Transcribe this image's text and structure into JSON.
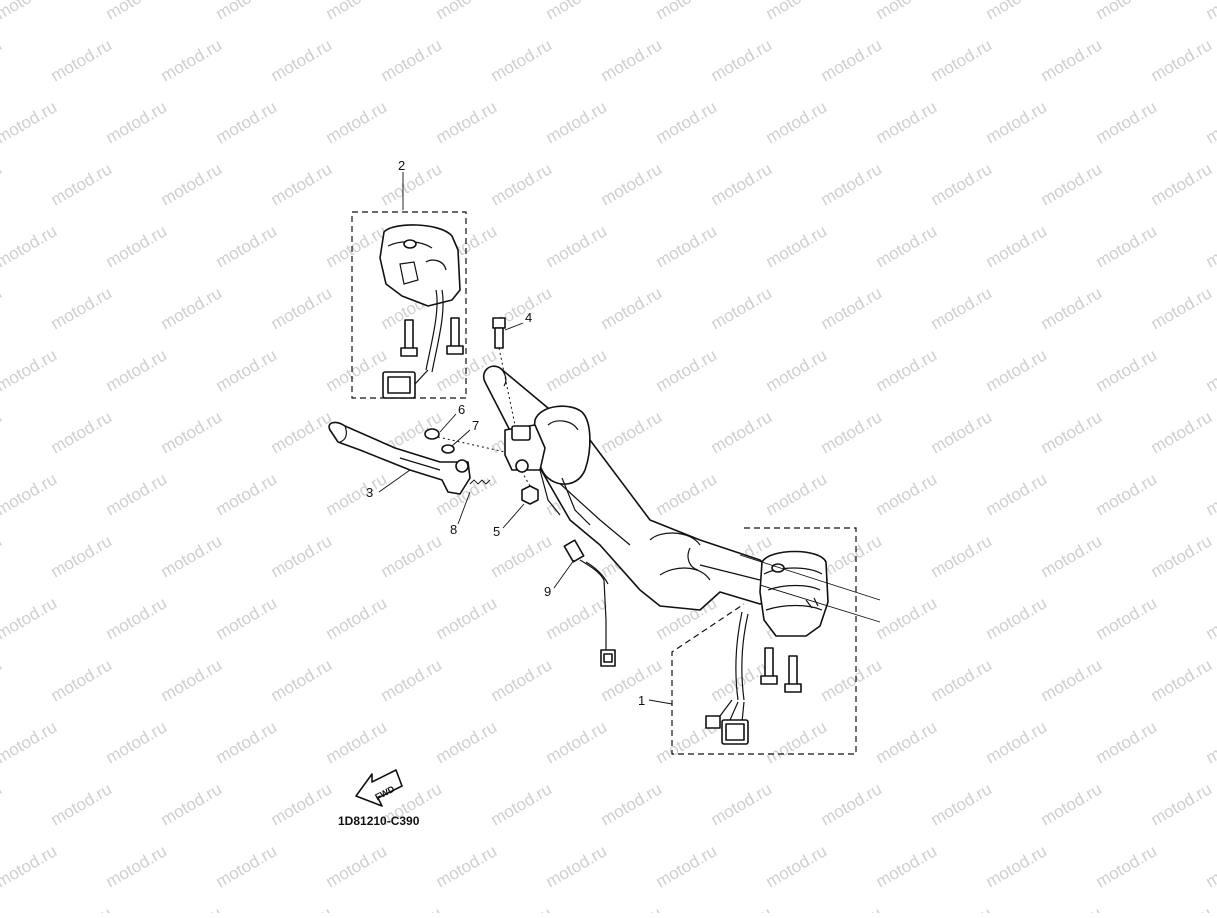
{
  "watermark": {
    "text": "motod.ru"
  },
  "diagram": {
    "code": "1D81210-C390",
    "fwd_label": "FWD",
    "callouts": [
      {
        "id": "1",
        "label": "1"
      },
      {
        "id": "2",
        "label": "2"
      },
      {
        "id": "3",
        "label": "3"
      },
      {
        "id": "4",
        "label": "4"
      },
      {
        "id": "5",
        "label": "5"
      },
      {
        "id": "6",
        "label": "6"
      },
      {
        "id": "7",
        "label": "7"
      },
      {
        "id": "8",
        "label": "8"
      },
      {
        "id": "9",
        "label": "9"
      }
    ]
  }
}
